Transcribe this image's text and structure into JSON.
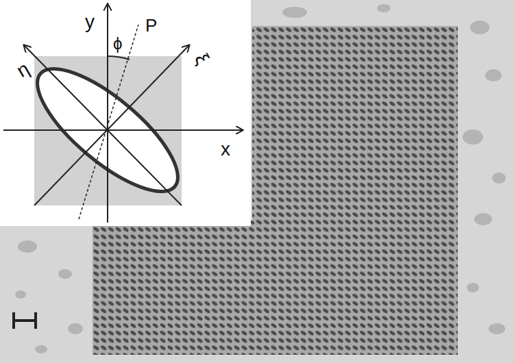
{
  "diagram": {
    "labels": [
      "y",
      "ϕ",
      "P",
      "η",
      "ξ",
      "x"
    ]
  }
}
